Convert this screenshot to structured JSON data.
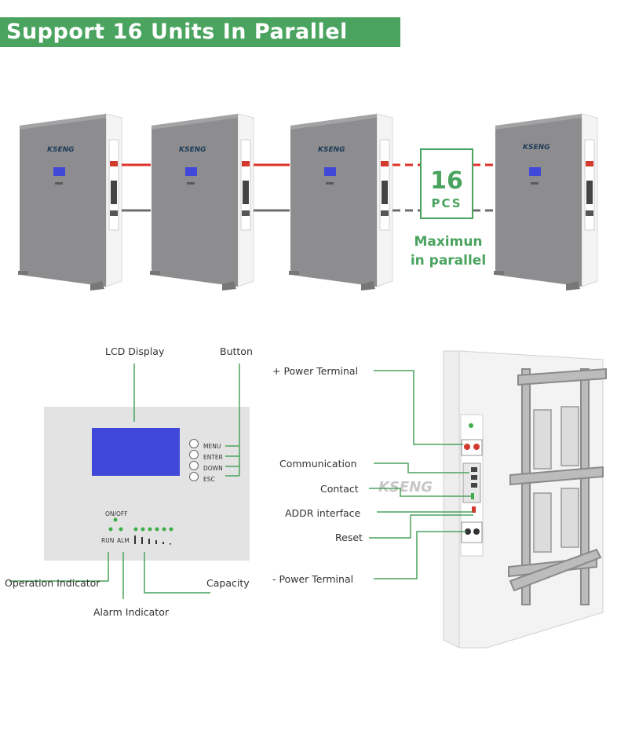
{
  "header": {
    "title": "Support 16 Units In Parallel"
  },
  "parallel": {
    "brand": "KSENG",
    "count": "16",
    "unit": "PCS",
    "caption_line1": "Maximun",
    "caption_line2": "in parallel"
  },
  "front_panel": {
    "lcd_label": "LCD Display",
    "button_label": "Button",
    "buttons": [
      "MENU",
      "ENTER",
      "DOWN",
      "ESC"
    ],
    "on_off": "ON/OFF",
    "run": "RUN",
    "alm": "ALM",
    "operation_indicator": "Operation Indicator",
    "alarm_indicator": "Alarm Indicator",
    "capacity": "Capacity"
  },
  "side_panel": {
    "brand": "KSENG",
    "plus_terminal": "+ Power Terminal",
    "communication": "Communication",
    "contact": "Contact",
    "addr": "ADDR interface",
    "reset": "Reset",
    "minus_terminal": "- Power Terminal"
  },
  "colors": {
    "accent": "#4aa35e",
    "battery": "#8d8d8f",
    "lcd": "#3f48d8",
    "red_wire": "#e0332c",
    "grey_wire": "#6d6d6d"
  }
}
